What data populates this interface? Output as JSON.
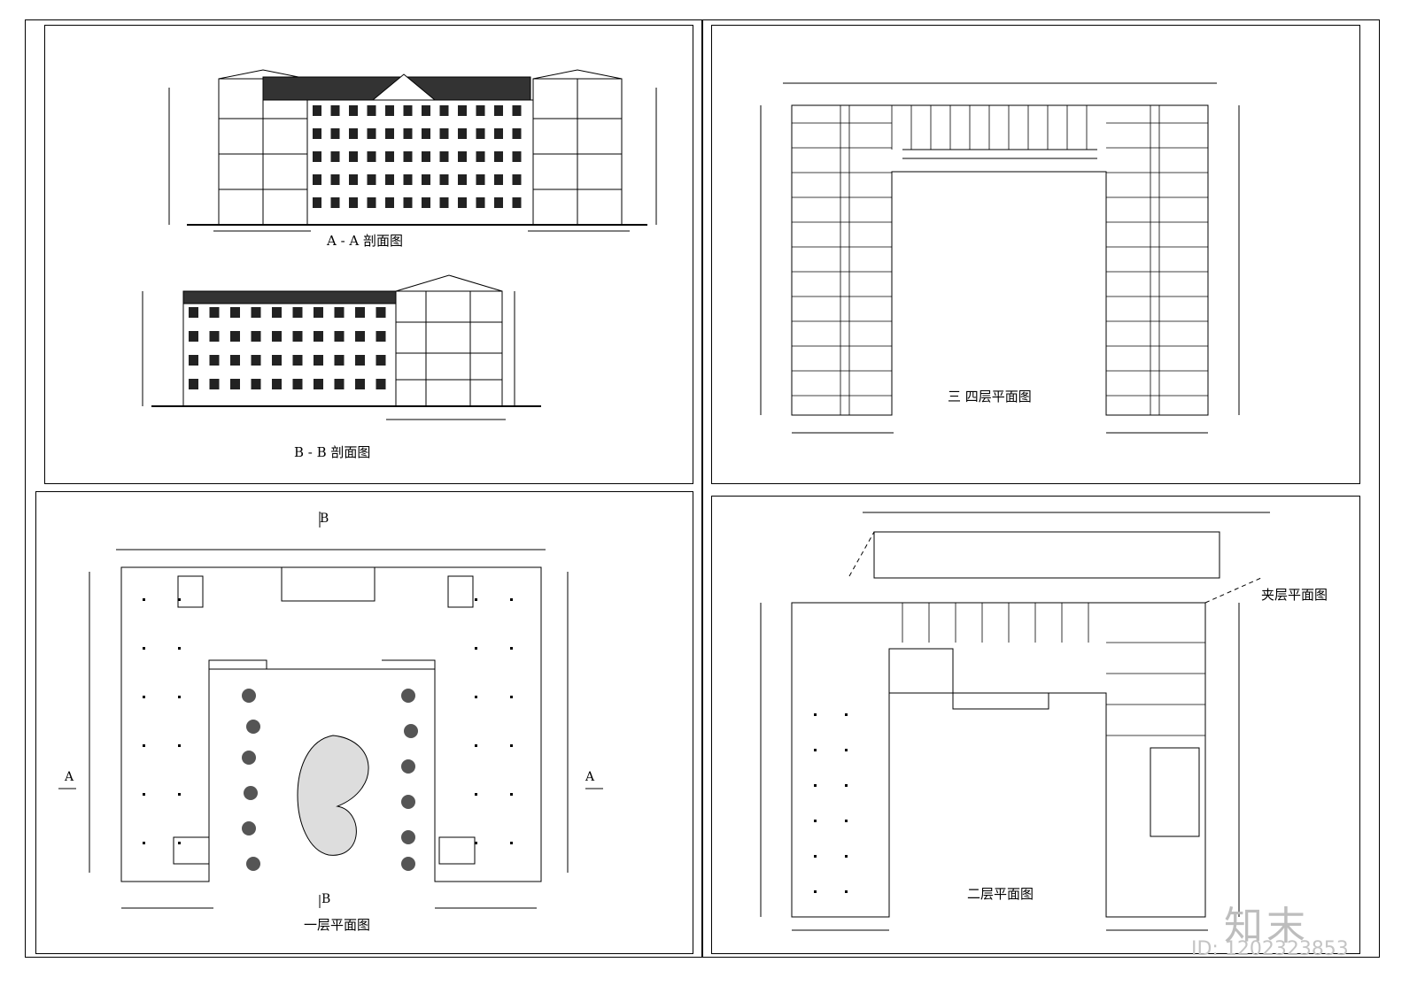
{
  "sheets": {
    "sections": {
      "title_aa": "A - A 剖面图",
      "title_bb": "B - B 剖面图"
    },
    "floor34": {
      "title": "三  四层平面图"
    },
    "floor1": {
      "title": "一层平面图",
      "mark_b_top": "B",
      "mark_b_bottom": "B",
      "mark_a_left": "A",
      "mark_a_right": "A"
    },
    "floor2": {
      "title": "二层平面图",
      "mezz_title": "夹层平面图"
    }
  },
  "watermark": {
    "logo": "知末",
    "id": "ID: 1202323853"
  }
}
